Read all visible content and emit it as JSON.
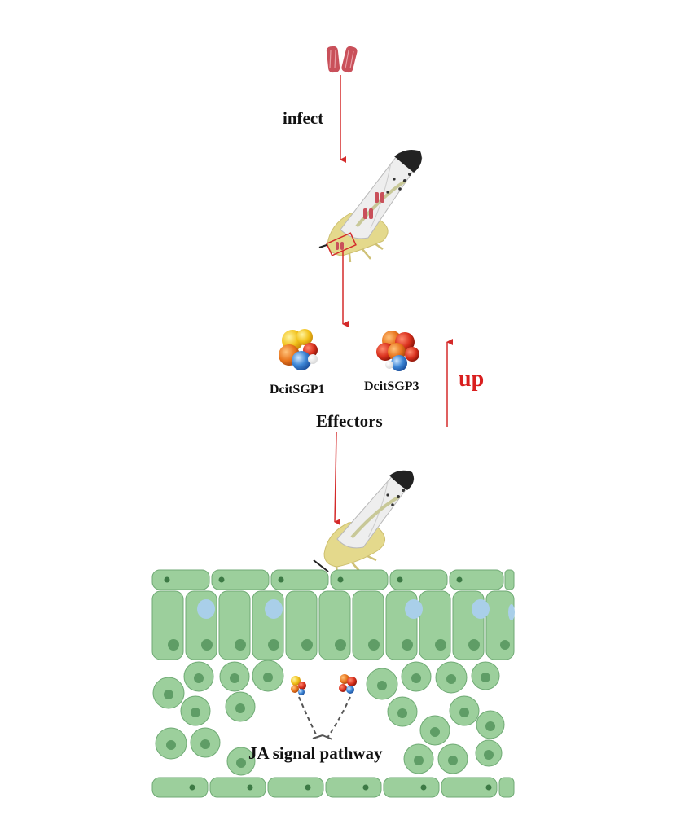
{
  "labels": {
    "infect": "infect",
    "effector_1": "DcitSGP1",
    "effector_2": "DcitSGP3",
    "trend": "up",
    "effectors": "Effectors",
    "pathway": "JA signal pathway"
  },
  "colors": {
    "arrow": "#d42a2a",
    "bacteria": "#c9505a",
    "insect_body": "#e4d98c",
    "insect_wing": "#eeeeee",
    "insect_head": "#222222",
    "cell_fill": "#9ccf9c",
    "cell_stroke": "#6faa74",
    "nucleus": "#5f9d66",
    "vacuole": "#a9cfe9",
    "up_text": "#d91f1f"
  },
  "icons": [
    "bacteria-icon",
    "insect-icon",
    "protein-icon"
  ]
}
